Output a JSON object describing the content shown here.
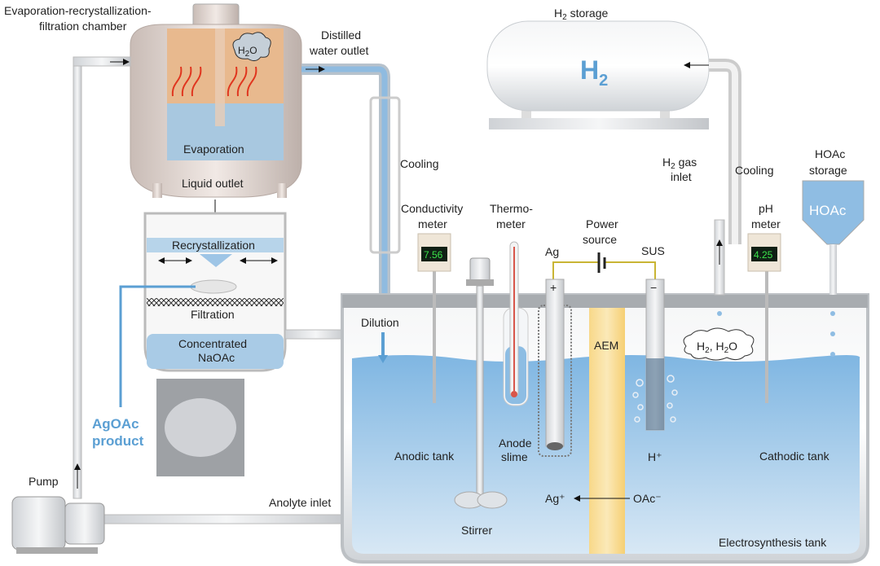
{
  "labels": {
    "chamber_line1": "Evaporation-recrystallization-",
    "chamber_line2": "filtration chamber",
    "h2o_cloud_h": "H",
    "h2o_cloud_2": "2",
    "h2o_cloud_o": "O",
    "evaporation": "Evaporation",
    "liquid_outlet": "Liquid outlet",
    "recrystallization": "Recrystallization",
    "filtration": "Filtration",
    "concentrated_line1": "Concentrated",
    "concentrated_line2": "NaOAc",
    "product_line1": "AgOAc",
    "product_line2": "product",
    "pump": "Pump",
    "anolyte_inlet": "Anolyte inlet",
    "distilled_line1": "Distilled",
    "distilled_line2": "water outlet",
    "cooling_left": "Cooling",
    "dilution": "Dilution",
    "h2_storage_h": "H",
    "h2_storage_2": "2",
    "h2_storage_rest": " storage",
    "h2_tank_h": "H",
    "h2_tank_2": "2",
    "h2_gas_h": "H",
    "h2_gas_2": "2",
    "h2_gas_rest": " gas",
    "h2_gas_line2": "inlet",
    "cooling_right": "Cooling",
    "hoac_storage_line1": "HOAc",
    "hoac_storage_line2": "storage",
    "hoac_tank": "HOAc",
    "conductivity_line1": "Conductivity",
    "conductivity_line2": "meter",
    "conductivity_value": "7.56",
    "thermometer_line1": "Thermo-",
    "thermometer_line2": "meter",
    "power_line1": "Power",
    "power_line2": "source",
    "ag_electrode": "Ag",
    "sus_electrode": "SUS",
    "plus": "+",
    "minus": "−",
    "ph_line1": "pH",
    "ph_line2": "meter",
    "ph_value": "4.25",
    "aem": "AEM",
    "cloud_h": "H",
    "cloud_2a": "2",
    "cloud_mid": ", H",
    "cloud_2b": "2",
    "cloud_o": "O",
    "anodic_tank": "Anodic tank",
    "anode_slime_line1": "Anode",
    "anode_slime_line2": "slime",
    "h_plus": "H⁺",
    "cathodic_tank": "Cathodic tank",
    "ag_plus": "Ag⁺",
    "oac_minus": "OAc⁻",
    "stirrer": "Stirrer",
    "electrosynthesis_tank": "Electrosynthesis tank"
  },
  "colors": {
    "water": "#8dbde3",
    "accent_blue": "#5b9fd3",
    "heater_red": "#e0361f",
    "meter_green": "#3be34a",
    "aem_yellow": "#f8d889"
  }
}
